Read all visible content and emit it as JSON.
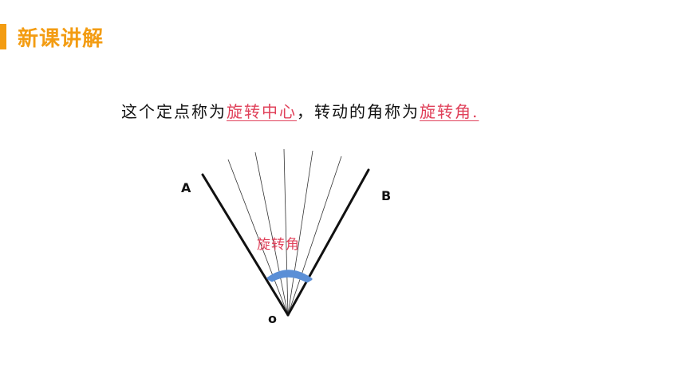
{
  "header": {
    "title": "新课讲解"
  },
  "colors": {
    "header_accent": "#f39c12",
    "highlight_text": "#e0415a",
    "arc_fill": "#5b8fd6",
    "line": "#111111",
    "thin_line": "#333333"
  },
  "content": {
    "sentence_part1": "这个定点称为",
    "term_center": "旋转中心",
    "sentence_part2": "，转动的角称为",
    "term_angle": "旋转角",
    "sentence_end": "."
  },
  "diagram": {
    "label_a": "A",
    "label_b": "B",
    "label_o": "o",
    "angle_label": "旋转角"
  }
}
